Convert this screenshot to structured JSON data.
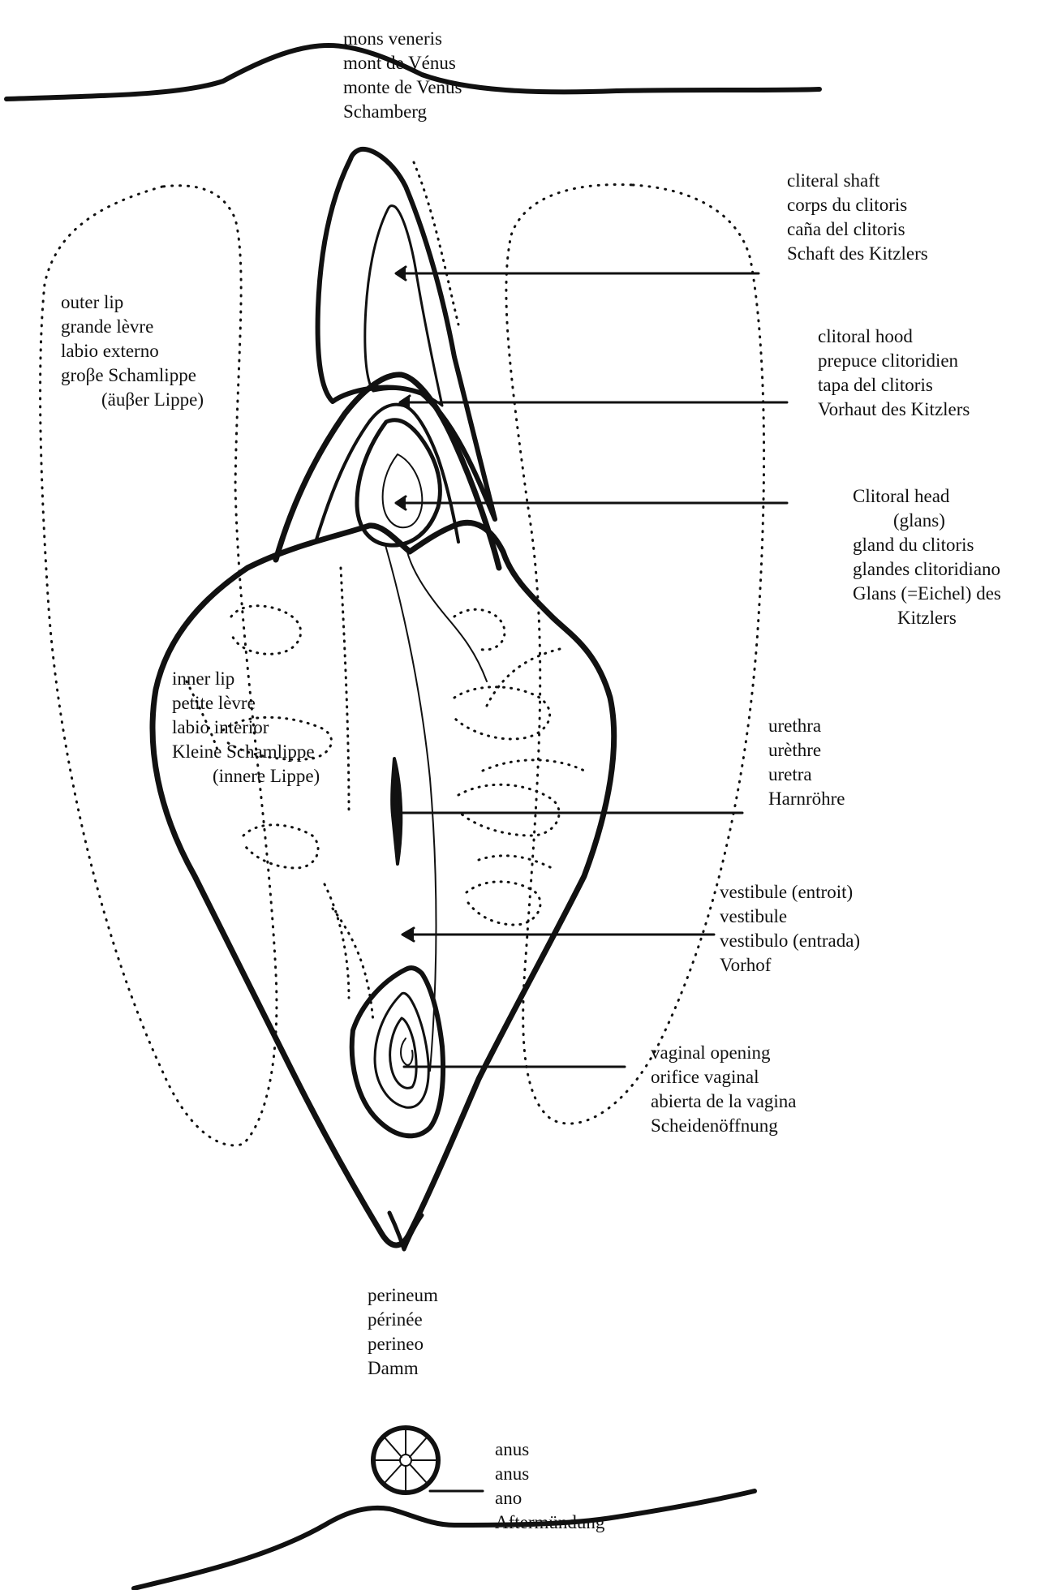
{
  "colors": {
    "ink": "#111111",
    "background": "#ffffff"
  },
  "labels": {
    "mons": [
      "mons veneris",
      "mont de Vénus",
      "monte de Venus",
      "Schamberg"
    ],
    "outer_lip": [
      "outer lip",
      "grande lèvre",
      "labio externo",
      "groβe Schamlippe",
      "(äuβer Lippe)"
    ],
    "inner_lip": [
      "inner lip",
      "petite lèvre",
      "labio interior",
      "Kleine Schamlippe",
      "(innere Lippe)"
    ],
    "clitoral_shaft": [
      "cliteral shaft",
      "corps du clitoris",
      "caña del clitoris",
      "Schaft des Kitzlers"
    ],
    "clitoral_hood": [
      "clitoral hood",
      "prepuce clitoridien",
      "tapa del clitoris",
      "Vorhaut des Kitzlers"
    ],
    "clitoral_head": [
      "Clitoral head",
      "(glans)",
      "gland du clitoris",
      "glandes clitoridiano",
      "Glans (=Eichel) des",
      "Kitzlers"
    ],
    "urethra": [
      "urethra",
      "urèthre",
      "uretra",
      "Harnröhre"
    ],
    "vestibule": [
      "vestibule (entroit)",
      "vestibule",
      "vestibulo (entrada)",
      "Vorhof"
    ],
    "vaginal_opening": [
      "vaginal opening",
      "orifice vaginal",
      "abierta de la vagina",
      "Scheidenöffnung"
    ],
    "perineum": [
      "perineum",
      "périnée",
      "perineo",
      "Damm"
    ],
    "anus": [
      "anus",
      "anus",
      "ano",
      "Aftermündung"
    ]
  }
}
